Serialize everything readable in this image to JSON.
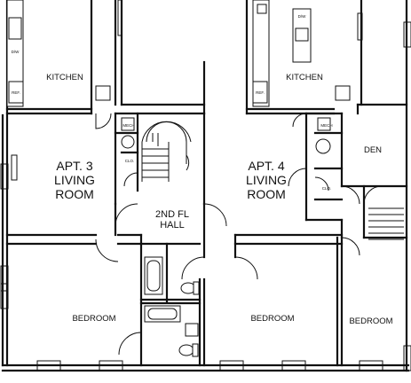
{
  "rooms": {
    "kitchen_left": "KITCHEN",
    "kitchen_right": "KITCHEN",
    "apt3_line1": "APT. 3",
    "apt3_line2": "LIVING",
    "apt3_line3": "ROOM",
    "apt4_line1": "APT. 4",
    "apt4_line2": "LIVING",
    "apt4_line3": "ROOM",
    "den": "DEN",
    "hall_line1": "2ND FL",
    "hall_line2": "HALL",
    "bedroom_left": "BEDROOM",
    "bedroom_center": "BEDROOM",
    "bedroom_right": "BEDROOM"
  },
  "fixtures": {
    "dw_left": "D/W",
    "ref_left": "REF.",
    "dw_right": "D/W",
    "ref_right": "REF.",
    "mech_left": "MECH",
    "clo_left": "CLO.",
    "mech_right": "MECH",
    "clo_right": "CLO."
  },
  "colors": {
    "line": "#111111",
    "background": "#ffffff"
  }
}
